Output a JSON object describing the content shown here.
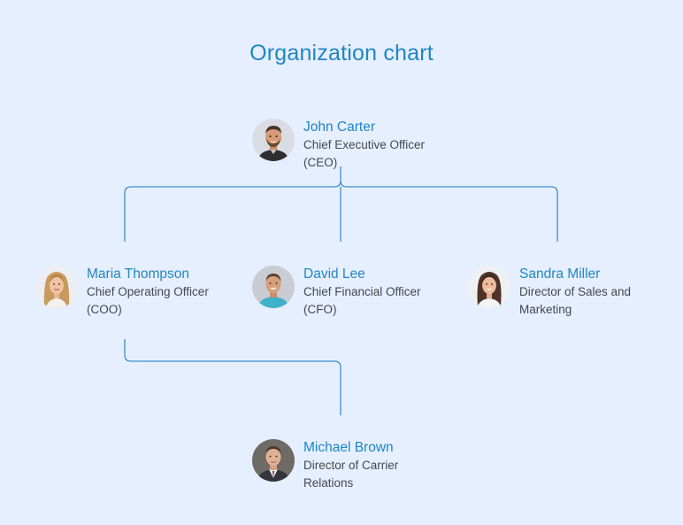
{
  "title": "Organization chart",
  "colors": {
    "background": "#e6efff",
    "accent": "#1f86c4",
    "connector": "#3d8dcb",
    "text": "#44474d"
  },
  "nodes": [
    {
      "id": "ceo",
      "name": "John Carter",
      "role_line1": "Chief Executive Officer",
      "role_line2": "(CEO)",
      "avatar": "bearded-man-avatar-icon"
    },
    {
      "id": "coo",
      "name": "Maria Thompson",
      "role_line1": "Chief Operating Officer",
      "role_line2": "(COO)",
      "avatar": "blonde-woman-avatar-icon"
    },
    {
      "id": "cfo",
      "name": "David Lee",
      "role_line1": "Chief Financial Officer",
      "role_line2": "(CFO)",
      "avatar": "smiling-man-avatar-icon"
    },
    {
      "id": "sales",
      "name": "Sandra Miller",
      "role_line1": "Director of Sales and",
      "role_line2": "Marketing",
      "avatar": "brunette-woman-avatar-icon"
    },
    {
      "id": "carrier",
      "name": "Michael Brown",
      "role_line1": "Director of Carrier",
      "role_line2": "Relations",
      "avatar": "suited-man-avatar-icon"
    }
  ],
  "edges": [
    [
      "ceo",
      "coo"
    ],
    [
      "ceo",
      "cfo"
    ],
    [
      "ceo",
      "sales"
    ],
    [
      "coo",
      "carrier"
    ]
  ]
}
